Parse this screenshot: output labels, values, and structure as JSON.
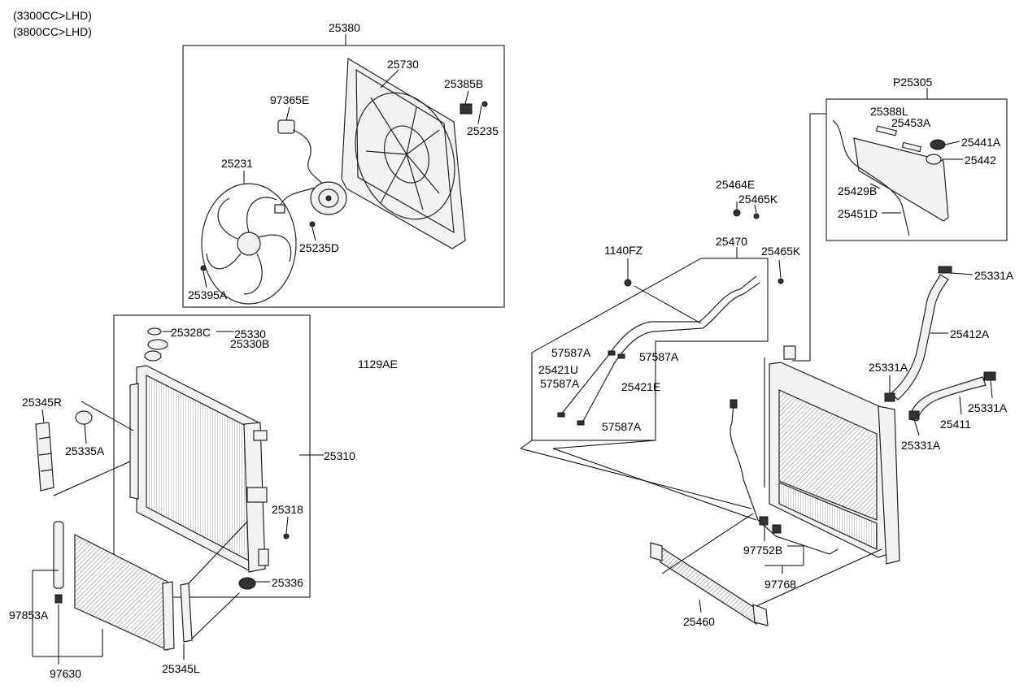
{
  "header": {
    "line1": "(3300CC>LHD)",
    "line2": "(3800CC>LHD)"
  },
  "labels": {
    "fan_assembly": "25380",
    "shroud": "25730",
    "fan_clip": "25385B",
    "connector": "97365E",
    "clip_screw": "25235",
    "fan_blade": "25231",
    "motor_screw": "25235D",
    "blade_nut": "25395A",
    "cap_gasket": "25328C",
    "cap": "25330",
    "cap_b": "25330B",
    "bolt": "1129AE",
    "side_seal_r": "25345R",
    "insulator": "25335A",
    "radiator": "25310",
    "drain_plug": "25318",
    "lower_insulator": "25336",
    "receiver": "97853A",
    "condenser": "97630",
    "side_seal_l": "25345L",
    "reservoir_assy": "P25305",
    "label_plate": "25388L",
    "label_b": "25453A",
    "reservoir_cap": "25441A",
    "cap_seal": "25442",
    "reservoir_hose": "25429B",
    "overflow_hose": "25451D",
    "clip_e": "25464E",
    "clip_k1": "25465K",
    "clip_k2": "25465K",
    "oil_line_assy": "25470",
    "bolt_fz": "1140FZ",
    "clamp1": "57587A",
    "clamp2": "57587A",
    "clamp3": "57587A",
    "clamp4": "57587A",
    "hose_u": "25421U",
    "hose_e": "25421E",
    "upper_clamp": "25331A",
    "upper_hose": "25412A",
    "clamp_l1": "25331A",
    "clamp_r1": "25331A",
    "lower_hose": "25411",
    "clamp_l2": "25331A",
    "pipe_b": "97752B",
    "pipe_assy": "97768",
    "oil_cooler": "25460"
  }
}
